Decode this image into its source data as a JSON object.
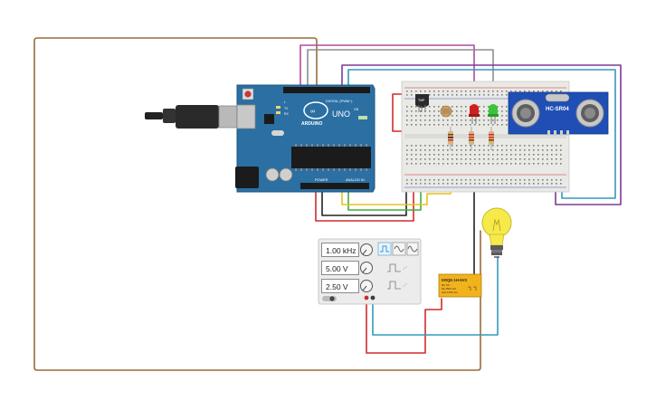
{
  "arduino": {
    "brand": "ARDUINO",
    "model": "UNO",
    "digital_label": "DIGITAL (PWM~)",
    "power_label": "POWER",
    "analog_label": "ANALOG IN",
    "tx_label": "TX",
    "rx_label": "RX",
    "l_label": "L",
    "on_label": "ON"
  },
  "function_generator": {
    "frequency": "1.00 kHz",
    "amplitude": "5.00 V",
    "offset": "2.50 V"
  },
  "sensor": {
    "model": "HC-SR04"
  },
  "relay": {
    "model": "KRQE-1H-5VS",
    "line1": "DC 5V",
    "line2": "5A 250V AC",
    "line3": "10A 125V AC"
  },
  "colors": {
    "arduino_board": "#2b6fa3",
    "breadboard": "#e9e9e6",
    "sensor_board": "#1f4fb5",
    "relay_body": "#f2b21c",
    "bulb": "#f6e94a",
    "wire_brown": "#9b6a3b",
    "wire_magenta": "#b14aa3",
    "wire_gray": "#8d8d8d",
    "wire_teal": "#3399bb",
    "wire_purple": "#7a3a9a",
    "wire_red": "#d22a2a",
    "wire_black": "#222222",
    "wire_green": "#44aa44",
    "wire_yellow": "#e6c21a",
    "led_red": "#d21e1e",
    "led_green": "#3cc33c"
  }
}
